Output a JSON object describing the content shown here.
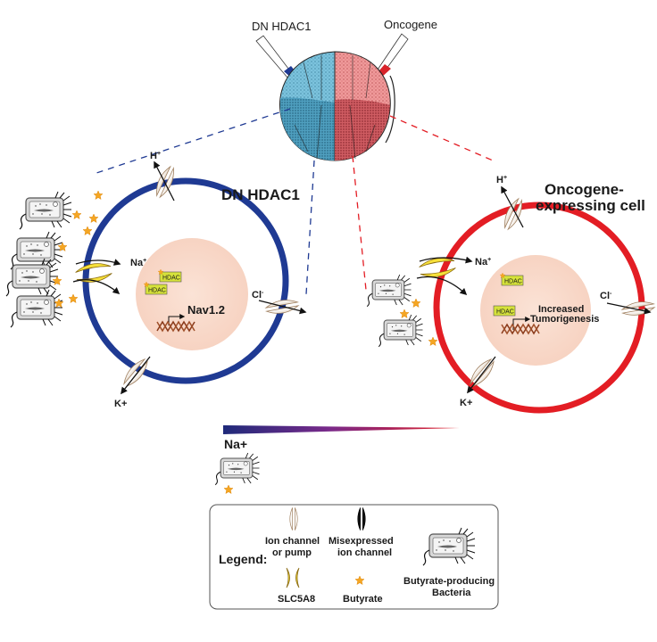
{
  "embryo": {
    "injection_left_label": "DN HDAC1",
    "injection_right_label": "Oncogene",
    "left_color": "#7cc3dd",
    "right_color": "#e88b8b"
  },
  "left_cell": {
    "title": "DN HDAC1",
    "membrane_color": "#1f3a93",
    "ions": {
      "h": "H",
      "h_sup": "+",
      "na": "Na",
      "na_sup": "+",
      "cl": "Cl",
      "cl_sup": "-",
      "k": "K+"
    },
    "hdac_labels": [
      "HDAC",
      "HDAC"
    ],
    "gene_label": "Nav1.2"
  },
  "right_cell": {
    "title_line1": "Oncogene-",
    "title_line2": "expressing cell",
    "membrane_color": "#e31d24",
    "ions": {
      "h": "H",
      "h_sup": "+",
      "na": "Na",
      "na_sup": "+",
      "cl": "Cl",
      "cl_sup": "-",
      "k": "K+"
    },
    "hdac_labels": [
      "HDAC",
      "HDAC"
    ],
    "gene_label_line1": "Increased",
    "gene_label_line2": "Tumorigenesis"
  },
  "gradient": {
    "label": "Na+",
    "start_color": "#1f2a7a",
    "mid_color": "#7a2a8a",
    "end_color": "#e31d24"
  },
  "legend": {
    "title": "Legend:",
    "items": [
      {
        "icon": "ion-channel-icon",
        "label_line1": "Ion channel",
        "label_line2": "or pump"
      },
      {
        "icon": "misexpressed-channel-icon",
        "label_line1": "Misexpressed",
        "label_line2": "ion channel"
      },
      {
        "icon": "slc5a8-icon",
        "label_line1": "SLC5A8",
        "label_line2": ""
      },
      {
        "icon": "butyrate-star-icon",
        "label_line1": "Butyrate",
        "label_line2": ""
      },
      {
        "icon": "bacteria-icon",
        "label_line1": "Butyrate-producing",
        "label_line2": "Bacteria"
      }
    ]
  }
}
